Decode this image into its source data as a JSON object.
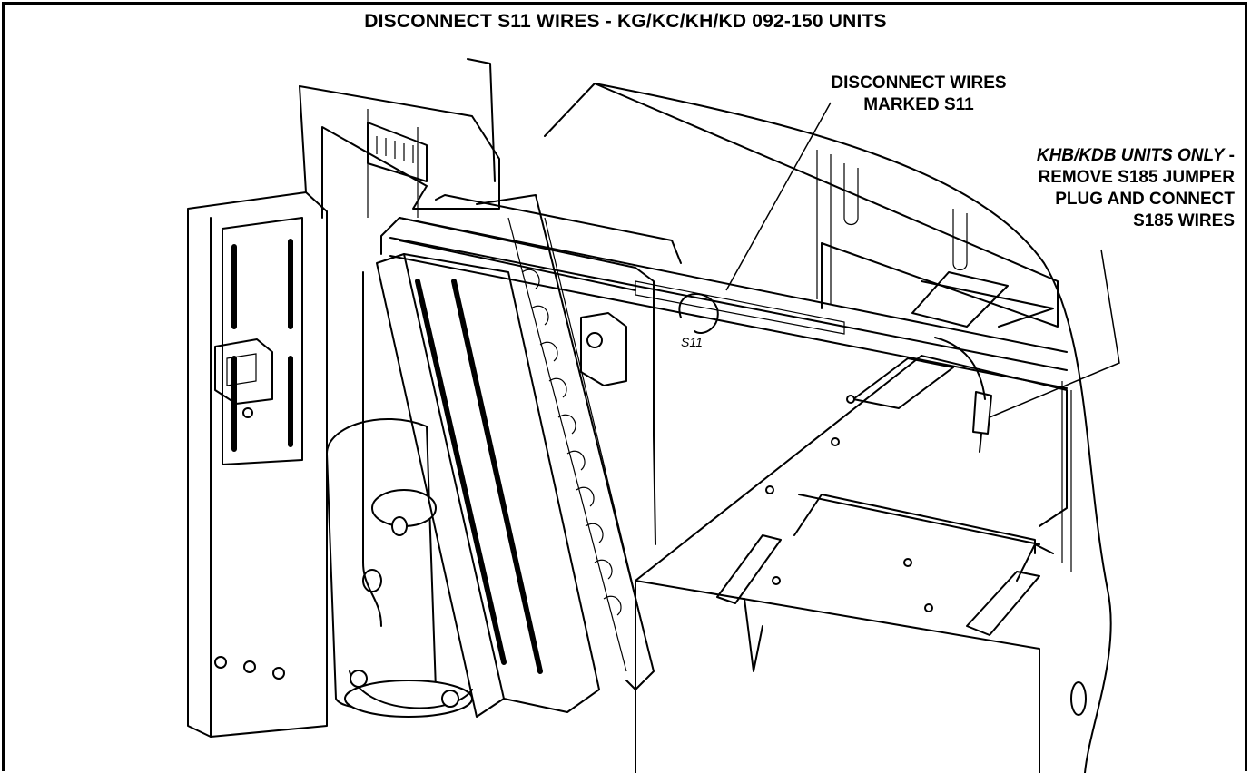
{
  "title": "DISCONNECT S11 WIRES - KG/KC/KH/KD 092-150 UNITS",
  "callouts": {
    "s11_line1": "DISCONNECT WIRES",
    "s11_line2": "MARKED S11",
    "khb_italic": "KHB/KDB UNITS ONLY",
    "khb_dash": " -",
    "khb_line2": "REMOVE S185 JUMPER",
    "khb_line3": "PLUG AND CONNECT",
    "khb_line4": "S185 WIRES"
  },
  "drawing_tag": "S11",
  "colors": {
    "ink": "#000000",
    "paper": "#ffffff"
  }
}
